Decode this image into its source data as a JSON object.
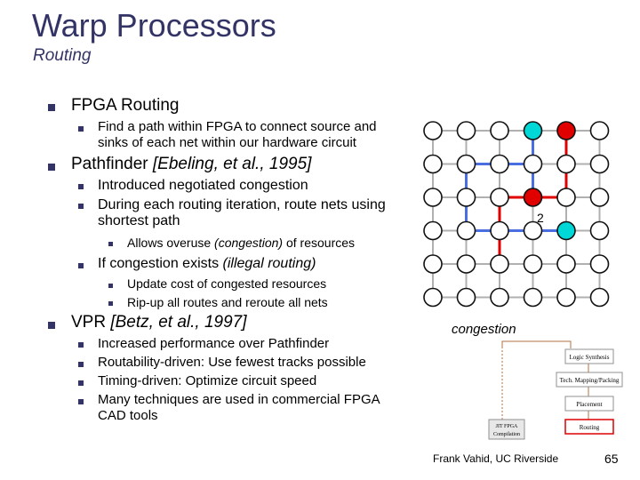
{
  "slide": {
    "title": "Warp Processors",
    "subtitle": "Routing",
    "footer": "Frank Vahid, UC Riverside",
    "page_number": "65"
  },
  "bullets": {
    "fpga_routing": {
      "label": "FPGA Routing",
      "sub1": "Find a path within FPGA to connect source and sinks of each net within our hardware circuit"
    },
    "pathfinder": {
      "label": "Pathfinder ",
      "citation": "[Ebeling, et al., 1995]",
      "sub1": "Introduced negotiated congestion",
      "sub2": "During each routing iteration, route nets using shortest path",
      "sub2_a_pre": "Allows overuse ",
      "sub2_a_em": "(congestion)",
      "sub2_a_post": " of resources",
      "sub3_pre": "If congestion exists ",
      "sub3_em": "(illegal routing)",
      "sub3_a": "Update cost of congested resources",
      "sub3_b": "Rip-up all routes and reroute all nets"
    },
    "vpr": {
      "label": "VPR ",
      "citation": "[Betz, et al., 1997]",
      "sub1": "Increased performance over Pathfinder",
      "sub2": "Routability-driven: Use fewest tracks possible",
      "sub3": "Timing-driven: Optimize circuit speed",
      "sub4": "Many techniques are used in commercial FPGA CAD tools"
    }
  },
  "diagram": {
    "congestion_value": "2",
    "congestion_label": "congestion",
    "colors": {
      "red": "#e00000",
      "blue": "#4a6ee0",
      "cyan": "#00d8d8",
      "gray": "#b0b0b0"
    }
  },
  "flow": {
    "logic_synthesis": "Logic Synthesis",
    "tech_mapping": "Tech. Mapping/Packing",
    "placement": "Placement",
    "jit_fpga": "JIT FPGA Compilation",
    "routing": "Routing"
  }
}
